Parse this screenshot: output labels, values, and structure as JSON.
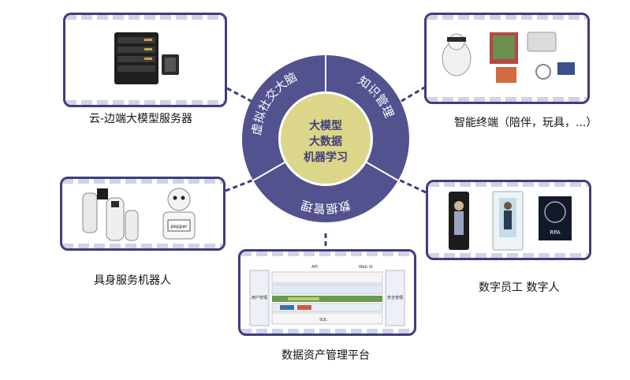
{
  "center": {
    "line1": "大模型",
    "line2": "大数据",
    "line3": "机器学习"
  },
  "ring": {
    "segment_left": "虚拟社交大脑",
    "segment_right": "知识管理",
    "segment_bottom": "数据管理"
  },
  "captions": {
    "top_left": "云-边端大模型服务器",
    "top_right": "智能终端（陪伴，玩具，...）",
    "mid_left": "具身服务机器人",
    "mid_right": "数字员工 数字人",
    "bottom": "数据资产管理平台"
  },
  "platform": {
    "header_api": "API",
    "header_webui": "Web UI",
    "left_label": "用户管理",
    "right_label": "安全管理",
    "sql_label": "SQL"
  },
  "devices": {
    "robot_label": "pepper",
    "rpa_label": "RPA"
  },
  "colors": {
    "ring": "#52528f",
    "center": "#dcd68a",
    "card_border": "#3d3d80",
    "connector": "#3d3d80"
  }
}
